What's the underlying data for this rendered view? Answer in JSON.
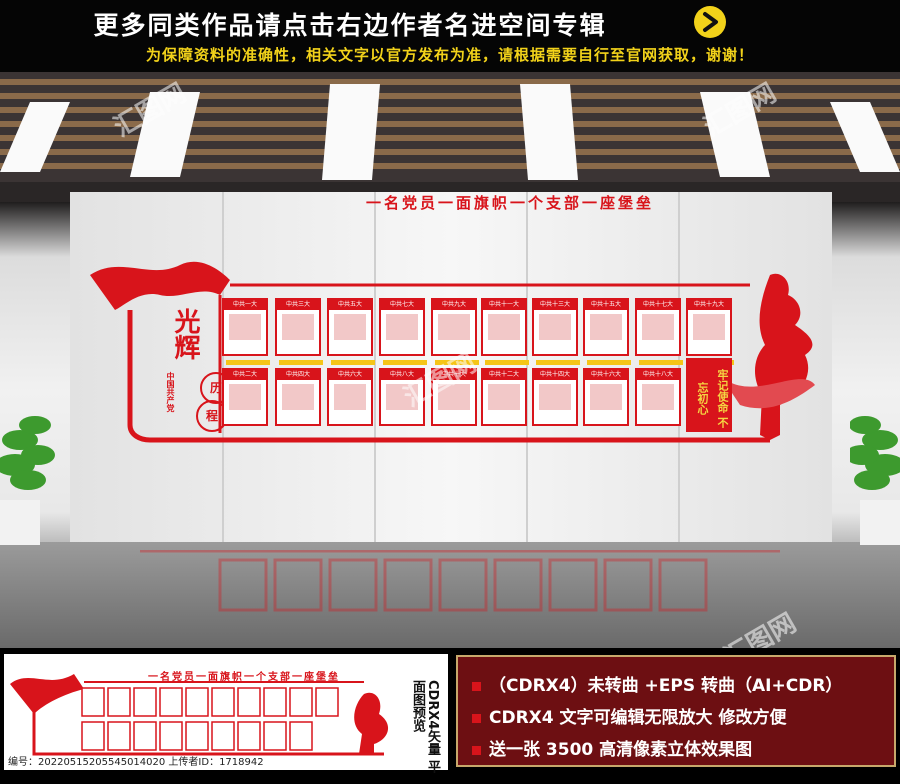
{
  "banner": {
    "title": "更多同类作品请点击右边作者名进空间专辑",
    "subtitle": "为保障资料的准确性，相关文字以官方发布为准，请根据需要自行至官网获取，谢谢！"
  },
  "display": {
    "headline": "一名党员一面旗帜一个支部一座堡垒",
    "glory_title": "光辉",
    "history_label_a": "历",
    "history_label_b": "程",
    "party_subtitle": "中国共产党",
    "motto": "牢记使命 不忘初心",
    "top_row": [
      "中共一大",
      "中共三大",
      "中共五大",
      "中共七大",
      "中共九大",
      "中共十一大",
      "中共十三大",
      "中共十五大",
      "中共十七大",
      "中共十九大"
    ],
    "bottom_row": [
      "中共二大",
      "中共四大",
      "中共六大",
      "中共八大",
      "中共十大",
      "中共十二大",
      "中共十四大",
      "中共十六大",
      "中共十八大"
    ]
  },
  "watermark": "汇图网",
  "preview": {
    "headline": "一名党员一面旗帜一个支部一座堡垒",
    "tag": "CDRX4矢量 平面图预览",
    "file_number": "编号：20220515205545014020 上传者ID：1718942"
  },
  "info": {
    "line1": "（CDRX4）未转曲 +EPS 转曲（AI+CDR）",
    "line2": "CDRX4 文字可编辑无限放大 修改方便",
    "line3": "送一张 3500 高清像素立体效果图"
  },
  "colors": {
    "accent_red": "#d8141b",
    "gold": "#f5c518",
    "banner_yellow": "#f2d21a",
    "info_bg": "#6d0f12"
  }
}
